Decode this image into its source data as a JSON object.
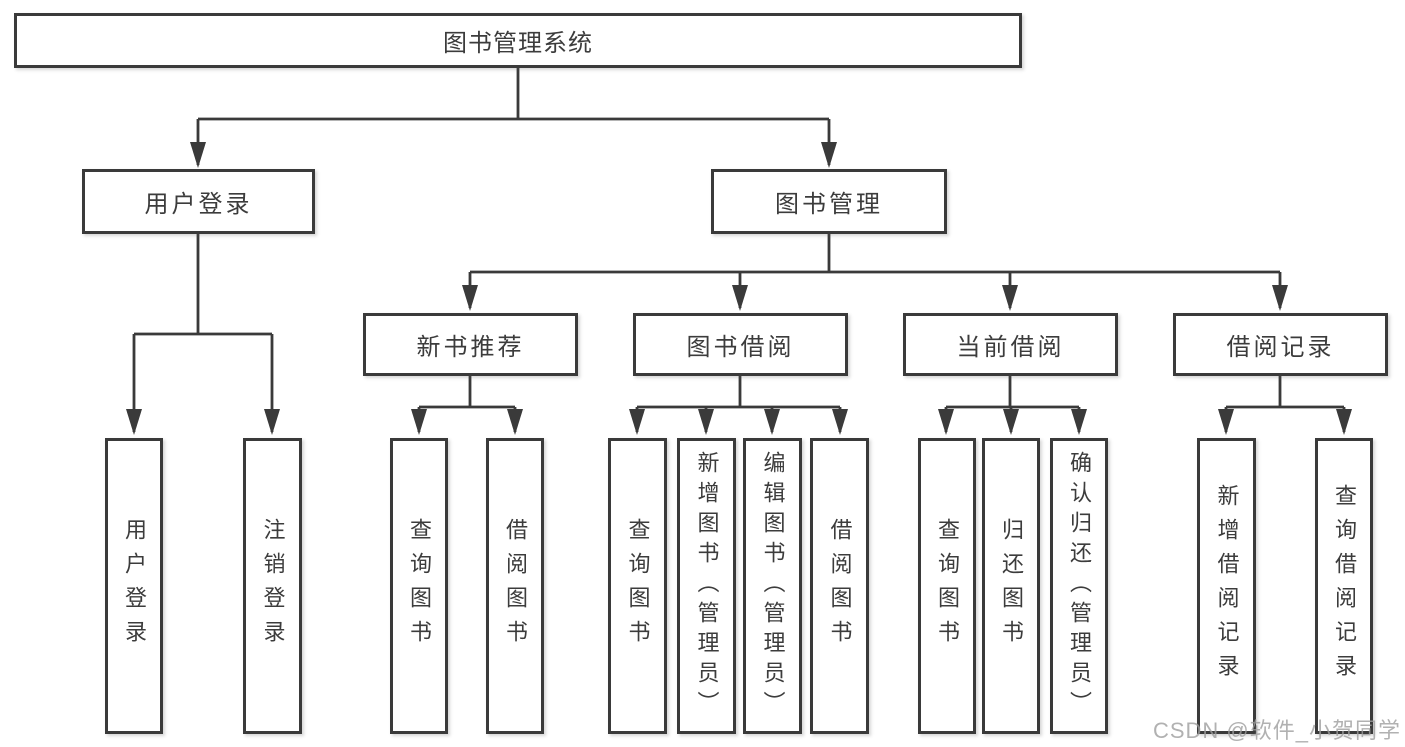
{
  "diagram": {
    "root": {
      "label": "图书管理系统"
    },
    "user_login": {
      "label": "用户登录",
      "children": [
        {
          "label": "用户登录"
        },
        {
          "label": "注销登录"
        }
      ]
    },
    "book_mgmt": {
      "label": "图书管理",
      "groups": [
        {
          "label": "新书推荐",
          "children": [
            {
              "label": "查询图书"
            },
            {
              "label": "借阅图书"
            }
          ]
        },
        {
          "label": "图书借阅",
          "children": [
            {
              "label": "查询图书"
            },
            {
              "label": "新增图书（管理员）"
            },
            {
              "label": "编辑图书（管理员）"
            },
            {
              "label": "借阅图书"
            }
          ]
        },
        {
          "label": "当前借阅",
          "children": [
            {
              "label": "查询图书"
            },
            {
              "label": "归还图书"
            },
            {
              "label": "确认归还（管理员）"
            }
          ]
        },
        {
          "label": "借阅记录",
          "children": [
            {
              "label": "新增借阅记录"
            },
            {
              "label": "查询借阅记录"
            }
          ]
        }
      ]
    }
  },
  "watermark": {
    "text": "CSDN @软件_小贺同学"
  },
  "colors": {
    "line": "#3a3a3a",
    "text": "#3c3c3c",
    "box_background": "#ffffff",
    "watermark": "#9e9e9e",
    "background": "#ffffff"
  }
}
